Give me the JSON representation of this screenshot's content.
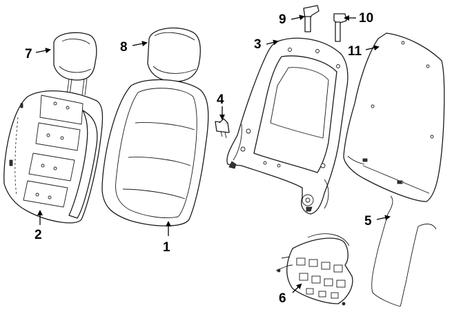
{
  "callouts": [
    {
      "id": "c1",
      "label": "1"
    },
    {
      "id": "c2",
      "label": "2"
    },
    {
      "id": "c3",
      "label": "3"
    },
    {
      "id": "c4",
      "label": "4"
    },
    {
      "id": "c5",
      "label": "5"
    },
    {
      "id": "c6",
      "label": "6"
    },
    {
      "id": "c7",
      "label": "7"
    },
    {
      "id": "c8",
      "label": "8"
    },
    {
      "id": "c9",
      "label": "9"
    },
    {
      "id": "c10",
      "label": "10"
    },
    {
      "id": "c11",
      "label": "11"
    }
  ],
  "parts": [
    {
      "callout": "1",
      "icon": "seat-back-cover-icon"
    },
    {
      "callout": "2",
      "icon": "seat-back-pad-icon"
    },
    {
      "callout": "3",
      "icon": "seat-back-frame-icon"
    },
    {
      "callout": "4",
      "icon": "bolt-icon"
    },
    {
      "callout": "5",
      "icon": "wire-rod-icon"
    },
    {
      "callout": "6",
      "icon": "lumbar-support-icon"
    },
    {
      "callout": "7",
      "icon": "headrest-with-posts-icon"
    },
    {
      "callout": "8",
      "icon": "headrest-icon"
    },
    {
      "callout": "9",
      "icon": "headrest-guide-icon"
    },
    {
      "callout": "10",
      "icon": "headrest-guide-icon"
    },
    {
      "callout": "11",
      "icon": "back-panel-icon"
    }
  ]
}
